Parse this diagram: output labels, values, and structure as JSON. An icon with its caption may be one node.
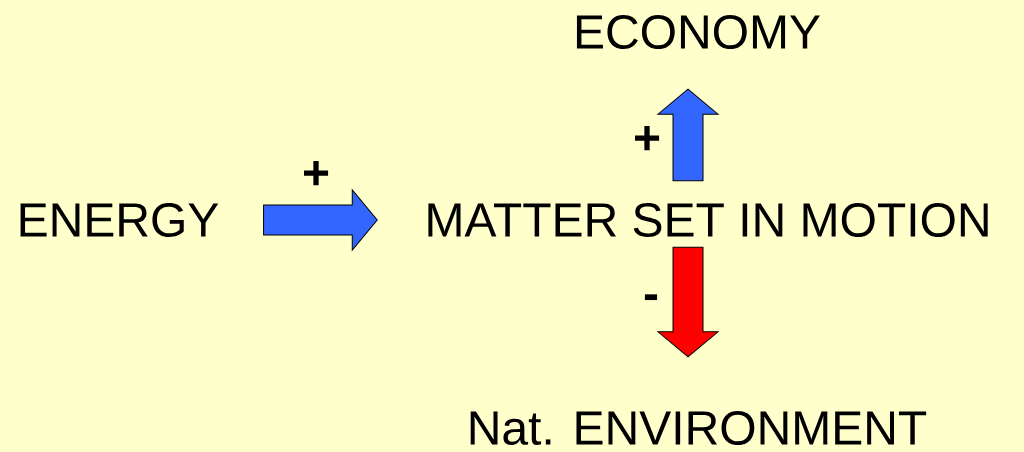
{
  "diagram": {
    "nodes": [
      {
        "text": [
          "ENERGY"
        ]
      },
      {
        "text": [
          "MATTER SET IN MOTION"
        ]
      },
      {
        "text": [
          "ECONOMY"
        ]
      },
      {
        "text": [
          "Nat. ENVIRONMENT"
        ]
      }
    ],
    "edges": [
      {
        "from": 0,
        "to": 1,
        "arrow": "to",
        "label": "+"
      },
      {
        "from": 1,
        "to": 2,
        "arrow": "to",
        "label": "+"
      },
      {
        "from": 1,
        "to": 3,
        "arrow": "to",
        "label": "-",
        "color": "#ff0000"
      }
    ]
  }
}
